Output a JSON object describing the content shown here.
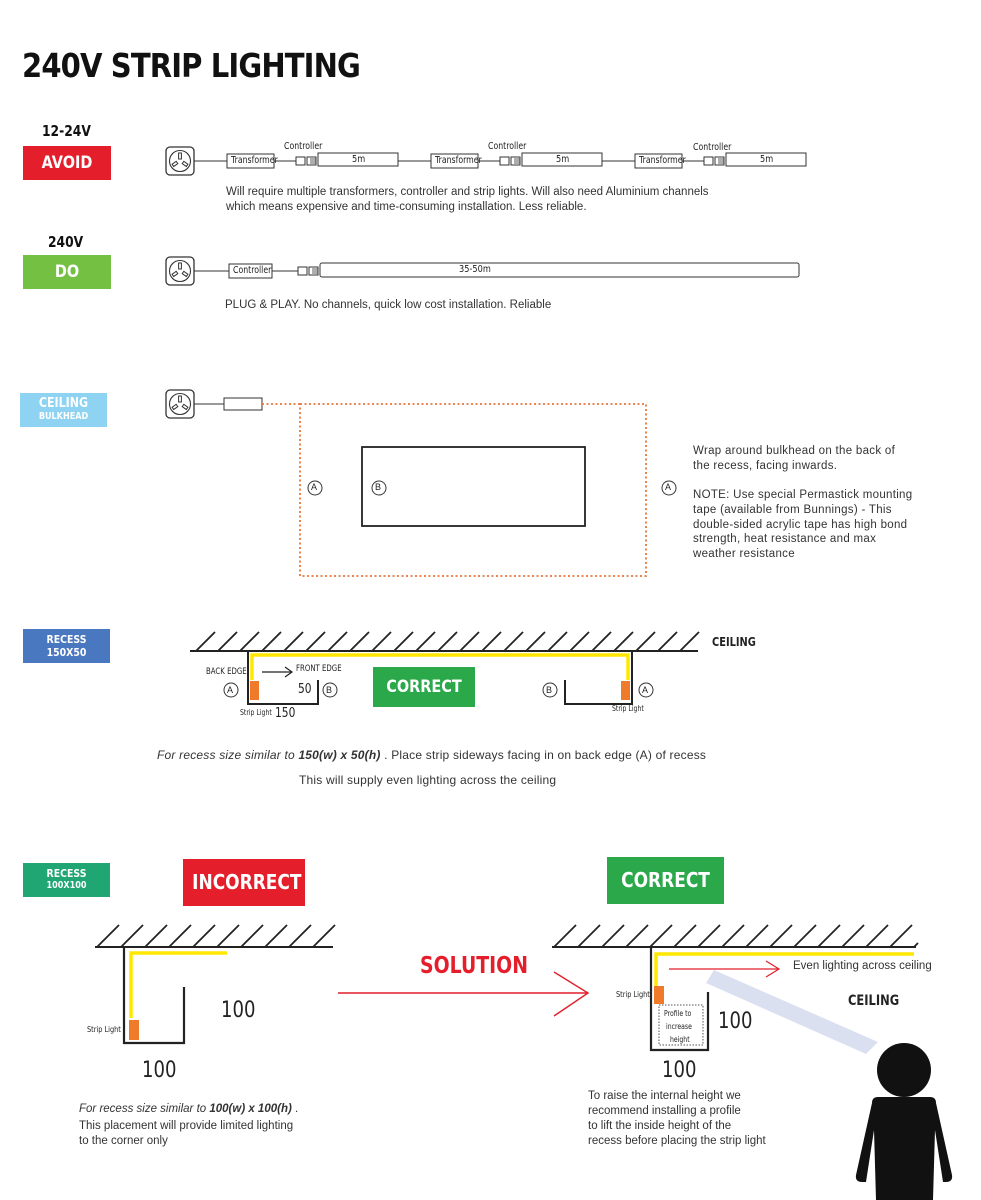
{
  "title": "240V STRIP LIGHTING",
  "colors": {
    "avoid": "#e41e2b",
    "do": "#74c043",
    "ceiling": "#8fd3f2",
    "recess1": "#4a78c0",
    "recess2": "#1fa672",
    "correct": "#2aa84a",
    "incorrect": "#e41e2b",
    "strip": "#ffe800",
    "orange": "#ef7a2a",
    "dotted": "#e8763b"
  },
  "section1": {
    "voltage": "12-24V",
    "badge": "AVOID",
    "controller_label": "Controller",
    "transformer_label": "Transformer",
    "strip_label": "5m",
    "note_line1": "Will require multiple transformers, controller and strip lights. Will also need Aluminium channels",
    "note_line2": "which means expensive and time-consuming installation. Less reliable."
  },
  "section2": {
    "voltage": "240V",
    "badge": "DO",
    "controller_label": "Controller",
    "strip_label": "35-50m",
    "note": "PLUG & PLAY. No channels, quick low cost installation. Reliable"
  },
  "section3": {
    "badge_line1": "CEILING",
    "badge_line2": "BULKHEAD",
    "marker_a": "A",
    "marker_b": "B",
    "note_line1": "Wrap around bulkhead on the back of",
    "note_line2": "the recess, facing inwards.",
    "note_line3": "NOTE: Use special  Permastick mounting",
    "note_line4": "tape (available from Bunnings) - This",
    "note_line5": "double-sided acrylic tape has high bond",
    "note_line6": "strength, heat resistance and max",
    "note_line7": "weather resistance"
  },
  "section4": {
    "badge_line1": "RECESS",
    "badge_line2": "150X50",
    "ceiling_label": "CEILING",
    "back_edge": "BACK EDGE",
    "front_edge": "FRONT EDGE",
    "dim_50": "50",
    "dim_150": "150",
    "strip_light": "Strip Light",
    "correct": "CORRECT",
    "marker_a": "A",
    "marker_b": "B",
    "caption_pre": "For recess size  similar to ",
    "caption_bold": "150(w) x 50(h)",
    "caption_post": " . Place strip sideways facing in on back edge (A) of recess",
    "caption_line2": "This will  supply even lighting across the ceiling"
  },
  "section5": {
    "badge_line1": "RECESS",
    "badge_line2": "100X100",
    "incorrect": "INCORRECT",
    "correct": "CORRECT",
    "solution": "SOLUTION",
    "dim_100": "100",
    "strip_light": "Strip Light",
    "profile_line1": "Profile to",
    "profile_line2": "increase",
    "profile_line3": "height",
    "even_lighting": "Even lighting across ceiling",
    "ceiling_label": "CEILING",
    "left_pre": "For recess size  similar to ",
    "left_bold": "100(w) x 100(h)",
    "left_post": " .",
    "left_line2": "This placement will provide limited  lighting",
    "left_line3": "to the corner only",
    "right_line1": "To raise the internal height we",
    "right_line2": "recommend installing a profile",
    "right_line3": "to lift the inside height of the",
    "right_line4": "recess before placing the strip light"
  }
}
